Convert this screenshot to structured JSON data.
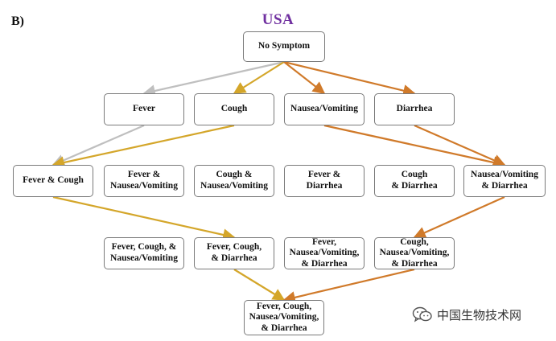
{
  "panel_label": "B)",
  "title": "USA",
  "colors": {
    "title": "#7030a0",
    "grey": "#bfbfbf",
    "yellow": "#d4a62a",
    "orange": "#d07a2a",
    "border": "#7a7a7a"
  },
  "nodes": {
    "no_symptom": "No Symptom",
    "fever": "Fever",
    "cough": "Cough",
    "nausea": "Nausea/Vomiting",
    "diarrhea": "Diarrhea",
    "fever_cough": "Fever & Cough",
    "fever_nausea": "Fever &\nNausea/Vomiting",
    "cough_nausea": "Cough &\nNausea/Vomiting",
    "fever_diarrhea": "Fever &\nDiarrhea",
    "cough_diarrhea": "Cough\n& Diarrhea",
    "nausea_diarrhea": "Nausea/Vomiting\n& Diarrhea",
    "fever_cough_nausea": "Fever, Cough, &\nNausea/Vomiting",
    "fever_cough_diarrhea": "Fever, Cough,\n& Diarrhea",
    "fever_nausea_diarrhea": "Fever,\nNausea/Vomiting,\n& Diarrhea",
    "cough_nausea_diarrhea": "Cough,\nNausea/Vomiting,\n& Diarrhea",
    "all_four": "Fever, Cough,\nNausea/Vomiting,\n& Diarrhea"
  },
  "edges": [
    {
      "from": "no_symptom",
      "to": "fever",
      "color": "grey"
    },
    {
      "from": "no_symptom",
      "to": "cough",
      "color": "yellow"
    },
    {
      "from": "no_symptom",
      "to": "nausea",
      "color": "orange"
    },
    {
      "from": "no_symptom",
      "to": "diarrhea",
      "color": "orange"
    },
    {
      "from": "fever",
      "to": "fever_cough",
      "color": "grey"
    },
    {
      "from": "cough",
      "to": "fever_cough",
      "color": "yellow"
    },
    {
      "from": "nausea",
      "to": "nausea_diarrhea",
      "color": "orange"
    },
    {
      "from": "diarrhea",
      "to": "nausea_diarrhea",
      "color": "orange"
    },
    {
      "from": "fever_cough",
      "to": "fever_cough_diarrhea",
      "color": "yellow"
    },
    {
      "from": "nausea_diarrhea",
      "to": "cough_nausea_diarrhea",
      "color": "orange"
    },
    {
      "from": "fever_cough_diarrhea",
      "to": "all_four",
      "color": "yellow"
    },
    {
      "from": "cough_nausea_diarrhea",
      "to": "all_four",
      "color": "orange"
    }
  ],
  "watermark": {
    "text": "中国生物技术网",
    "icon": "wechat-icon"
  }
}
